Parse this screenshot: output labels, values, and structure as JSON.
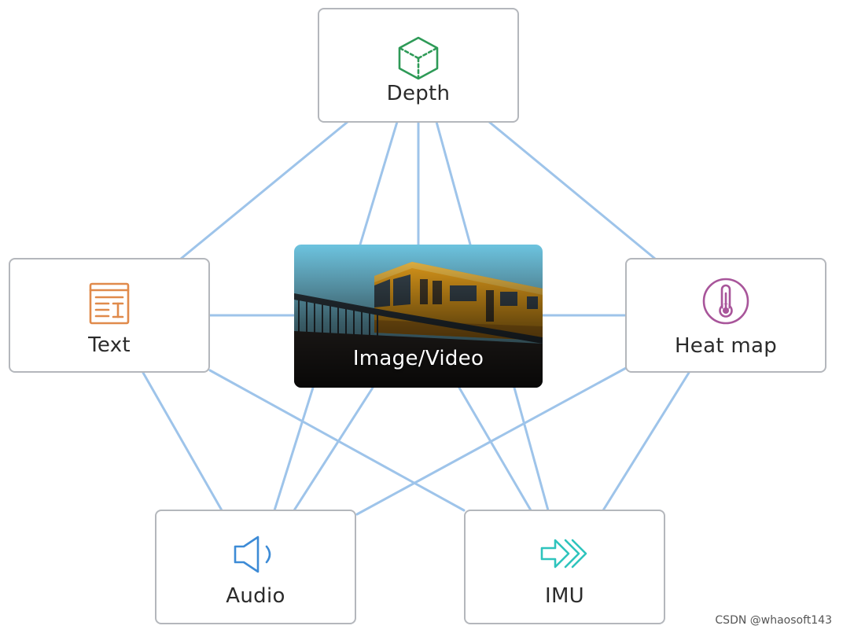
{
  "nodes": {
    "depth": {
      "label": "Depth",
      "icon": "cube-icon",
      "color": "#2e9a57"
    },
    "text": {
      "label": "Text",
      "icon": "text-document-icon",
      "color": "#e08a4b"
    },
    "heatmap": {
      "label": "Heat map",
      "icon": "thermometer-icon",
      "color": "#a8559a"
    },
    "image": {
      "label": "Image/Video",
      "icon": "train-photo"
    },
    "audio": {
      "label": "Audio",
      "icon": "speaker-icon",
      "color": "#3d8bd6"
    },
    "imu": {
      "label": "IMU",
      "icon": "forward-arrows-icon",
      "color": "#2ec4bd"
    }
  },
  "edge_color": "#9ec4ea",
  "watermark": "CSDN @whaosoft143"
}
